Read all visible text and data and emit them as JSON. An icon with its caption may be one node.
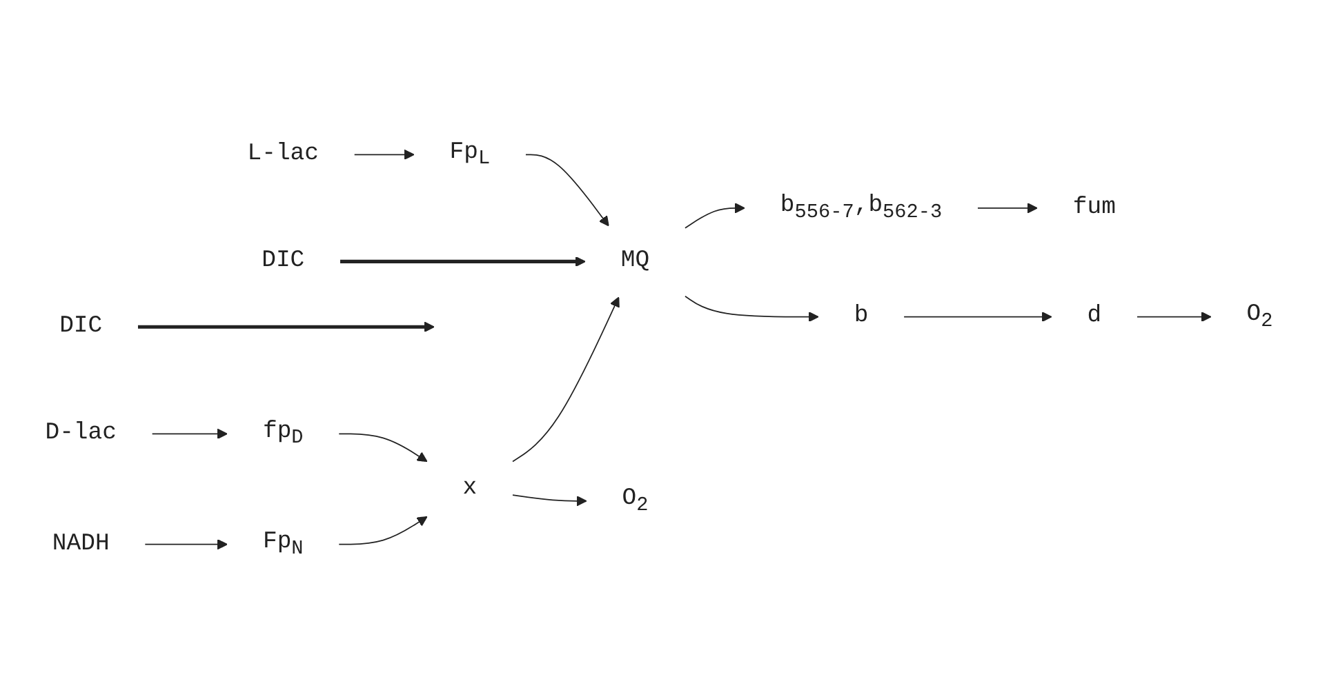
{
  "diagram": {
    "nodes": [
      {
        "text": [
          "L-lac"
        ]
      },
      {
        "text": [
          "Fp$_{L}$"
        ]
      },
      {
        "text": [
          "DIC"
        ]
      },
      {
        "text": [
          "MQ"
        ]
      },
      {
        "text": [
          "b$_{556-7}$,b$_{562-3}$"
        ]
      },
      {
        "text": [
          "DIC"
        ]
      },
      {
        "text": [
          "fum"
        ]
      },
      {
        "text": [
          "D-lac"
        ]
      },
      {
        "text": [
          "fp$_{D}$"
        ]
      },
      {
        "text": [
          "x"
        ]
      },
      {
        "text": [
          "b"
        ]
      },
      {
        "text": [
          "d"
        ]
      },
      {
        "text": [
          "O$_{2}$"
        ]
      },
      {
        "text": [
          "NADH"
        ]
      },
      {
        "text": [
          "Fp$_{N}$"
        ]
      },
      {
        "text": [
          "O$_{2}$"
        ]
      }
    ],
    "edges": [
      {
        "from": 0,
        "to": 1,
        "arrow": "to"
      },
      {
        "from": 1,
        "to": 3,
        "arrow": "to"
      },
      {
        "from": 2,
        "to": 3,
        "arrow": "to",
        "style": "thick"
      },
      {
        "from": 3,
        "to": 4,
        "arrow": "to"
      },
      {
        "from": 4,
        "to": 6,
        "arrow": "to"
      },
      {
        "from": 5,
        "to": null,
        "arrow": "to",
        "style": "thick"
      },
      {
        "from": 7,
        "to": 8,
        "arrow": "to"
      },
      {
        "from": 8,
        "to": 9,
        "arrow": "to"
      },
      {
        "from": 13,
        "to": 14,
        "arrow": "to"
      },
      {
        "from": 14,
        "to": 9,
        "arrow": "to"
      },
      {
        "from": 9,
        "to": 3,
        "arrow": "to"
      },
      {
        "from": 9,
        "to": 15,
        "arrow": "to"
      },
      {
        "from": 3,
        "to": 10,
        "arrow": "to"
      },
      {
        "from": 10,
        "to": 11,
        "arrow": "to"
      },
      {
        "from": 11,
        "to": 12,
        "arrow": "to"
      }
    ]
  }
}
